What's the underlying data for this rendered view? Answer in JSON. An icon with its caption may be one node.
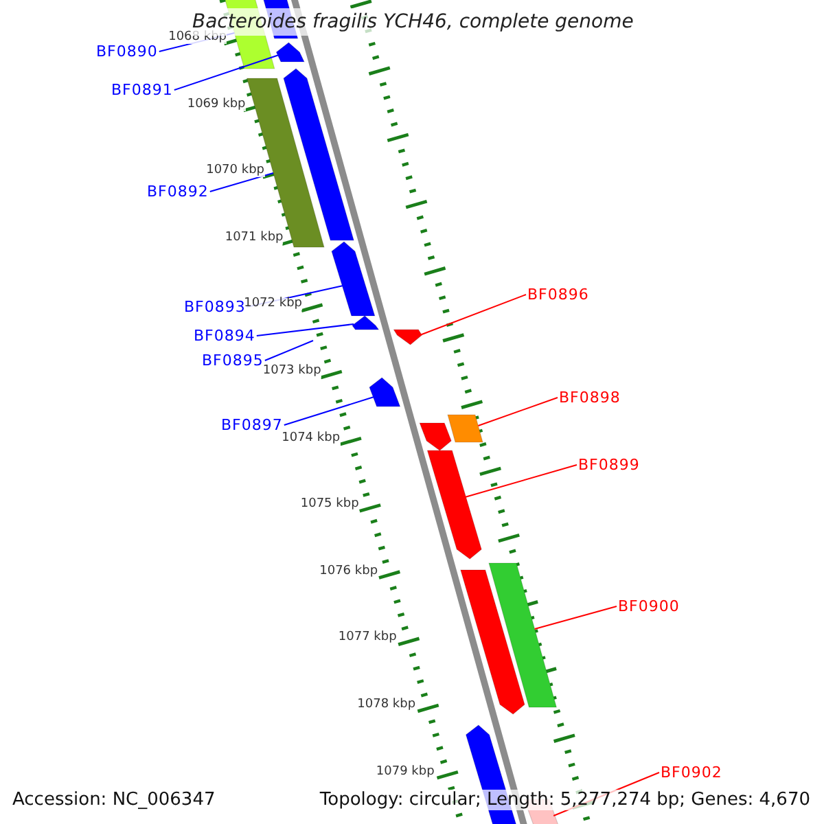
{
  "diagram": {
    "title": "Bacteroides fragilis YCH46, complete genome",
    "nodes": [
      {
        "text": [
          "BF0890"
        ]
      },
      {
        "text": [
          "BF0891"
        ]
      },
      {
        "text": [
          "BF0892"
        ]
      },
      {
        "text": [
          "BF0893"
        ]
      },
      {
        "text": [
          "BF0896"
        ]
      },
      {
        "text": [
          "BF0894"
        ]
      },
      {
        "text": [
          "BF0895"
        ]
      },
      {
        "text": [
          "BF0898"
        ]
      },
      {
        "text": [
          "BF0897"
        ]
      },
      {
        "text": [
          "BF0899"
        ]
      },
      {
        "text": [
          "BF0900"
        ]
      },
      {
        "text": [
          "BF0902"
        ]
      },
      {
        "text": [],
        "shape": "bar"
      },
      {
        "text": [],
        "shape": "bar"
      },
      {
        "text": [],
        "shape": "bar"
      },
      {
        "text": [],
        "shape": "bar"
      },
      {
        "text": [],
        "shape": "bar"
      },
      {
        "text": [],
        "shape": "bar"
      },
      {
        "text": [],
        "shape": "bar"
      },
      {
        "text": [],
        "shape": "bar"
      },
      {
        "text": [],
        "shape": "bar"
      },
      {
        "text": [],
        "shape": "bar"
      },
      {
        "text": [],
        "shape": "bar"
      },
      {
        "text": [],
        "shape": "bar"
      },
      {
        "text": [],
        "shape": "bar"
      },
      {
        "text": [],
        "shape": "bar"
      },
      {
        "text": [],
        "shape": "bar"
      },
      {
        "text": [],
        "shape": "bar"
      }
    ],
    "edges": [
      {
        "from": 0,
        "to": 12,
        "arrow": "none"
      },
      {
        "from": 1,
        "to": 14,
        "arrow": "none"
      },
      {
        "from": 2,
        "to": 16,
        "arrow": "none"
      },
      {
        "from": 3,
        "to": 17,
        "arrow": "none"
      },
      {
        "from": 4,
        "to": 19,
        "arrow": "none",
        "color": "#ff0000"
      },
      {
        "from": 5,
        "to": 18,
        "arrow": "none"
      },
      {
        "from": 6,
        "to": null,
        "arrow": "none"
      },
      {
        "from": 7,
        "to": 21,
        "arrow": "none",
        "color": "#ff0000"
      },
      {
        "from": 8,
        "to": 20,
        "arrow": "none"
      },
      {
        "from": 9,
        "to": 23,
        "arrow": "none",
        "color": "#ff0000"
      },
      {
        "from": 10,
        "to": 24,
        "arrow": "none",
        "color": "#ff0000"
      },
      {
        "from": 11,
        "to": 27,
        "arrow": "none",
        "color": "#ff0000"
      }
    ],
    "labels": [
      "1068 kbp",
      "1069 kbp",
      "1070 kbp",
      "1071 kbp",
      "1072 kbp",
      "1073 kbp",
      "1074 kbp",
      "1075 kbp",
      "1076 kbp",
      "1077 kbp",
      "1078 kbp",
      "1079 kbp",
      "Accession: NC_006347",
      "Topology: circular; Length: 5,277,274 bp; Genes: 4,670"
    ]
  }
}
